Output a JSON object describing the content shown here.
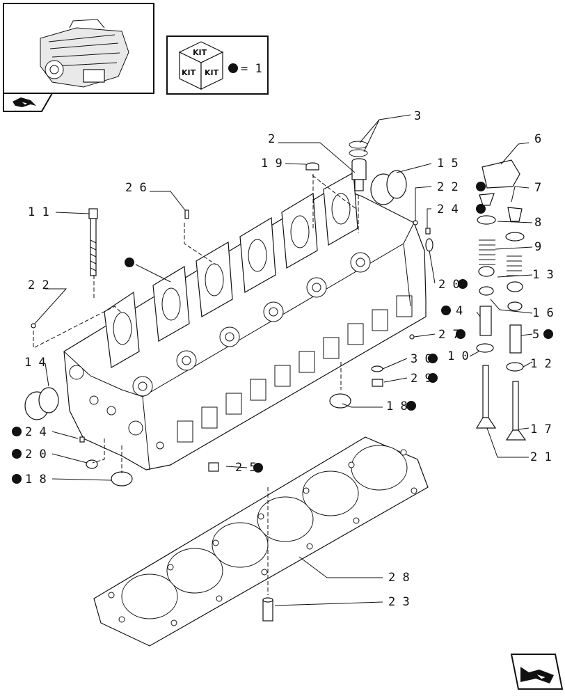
{
  "legend": {
    "symbol_text": "= 1",
    "kit_label": "KIT"
  },
  "colors": {
    "ink": "#111111",
    "paper": "#ffffff"
  },
  "icons": {
    "engine": "engine-thumbnail-icon",
    "nav_back": "arrow-back-icon",
    "nav_next": "arrow-next-icon"
  },
  "callouts": {
    "c3": "3",
    "c2": "2",
    "c19": "1 9",
    "c15": "1 5",
    "c6": "6",
    "c7": "7",
    "c8": "8",
    "c9": "9",
    "c13": "1 3",
    "c16": "1 6",
    "c4": "4",
    "c5": "5",
    "c10": "1 0",
    "c12": "1 2",
    "c17": "1 7",
    "c21": "2 1",
    "c26": "2 6",
    "c11": "1 1",
    "c22a": "2 2",
    "c24a": "2 4",
    "c20a": "2 0",
    "c22b": "2 2",
    "c27": "2 7",
    "c30": "3 0",
    "c29": "2 9",
    "c18a": "1 8",
    "c14": "1 4",
    "c24b": "2 4",
    "c20b": "2 0",
    "c18b": "1 8",
    "c25": "2 5",
    "c28": "2 8",
    "c23": "2 3"
  }
}
